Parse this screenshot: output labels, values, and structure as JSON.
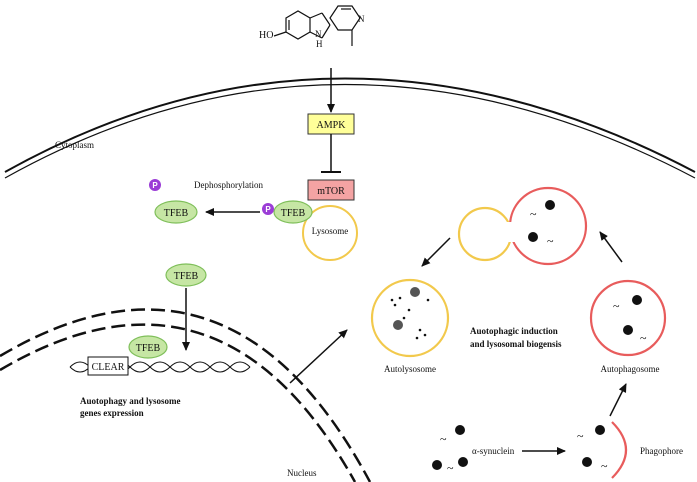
{
  "molecule": {
    "ho_label": "HO",
    "nh_label": "N",
    "h_label": "H",
    "n_label": "N"
  },
  "labels": {
    "cytoplasm": "Cytoplasm",
    "nucleus": "Nucleus",
    "ampk": "AMPK",
    "mtor": "mTOR",
    "lysosome": "Lysosome",
    "dephosphorylation": "Dephosphorylation",
    "phospho": "P",
    "tfeb": "TFEB",
    "clear": "CLEAR",
    "gene_expression_1": "Auotophagy and lysosome",
    "gene_expression_2": "genes expression",
    "induction_1": "Auotophagic induction",
    "induction_2": "and lysosomal biogensis",
    "autolysosome": "Autolysosome",
    "autophagosome": "Autophagosome",
    "phagophore": "Phagophore",
    "synuclein": "α-synuclein"
  },
  "colors": {
    "ampk_fill": "#ffff99",
    "mtor_fill": "#f4a3a3",
    "tfeb_fill": "#c6e6a4",
    "tfeb_stroke": "#7fbf5a",
    "lysosome_stroke": "#f2c94c",
    "autophagosome_stroke": "#e85c5c",
    "phospho_fill": "#9b3dd6"
  }
}
